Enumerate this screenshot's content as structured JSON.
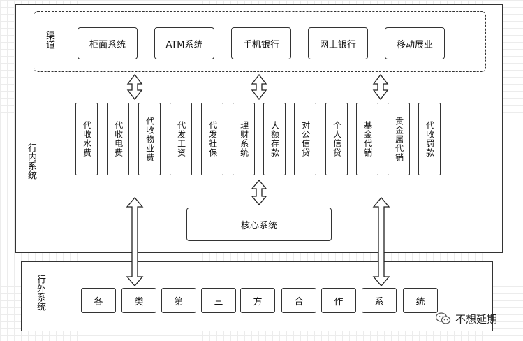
{
  "internal": {
    "label": "行内系统",
    "channels": {
      "label": "渠道",
      "items": [
        "柜面系统",
        "ATM系统",
        "手机银行",
        "网上银行",
        "移动展业"
      ]
    },
    "services": [
      "代收水费",
      "代收电费",
      "代收物业费",
      "代发工资",
      "代发社保",
      "理财系统",
      "大额存款",
      "对公信贷",
      "个人信贷",
      "基金代销",
      "贵金属代销",
      "代收罚款"
    ],
    "core": "核心系统"
  },
  "external": {
    "label": "行外系统",
    "third_party_chars": [
      "各",
      "类",
      "第",
      "三",
      "方",
      "合",
      "作",
      "系",
      "统"
    ]
  },
  "watermark": "不想延期"
}
